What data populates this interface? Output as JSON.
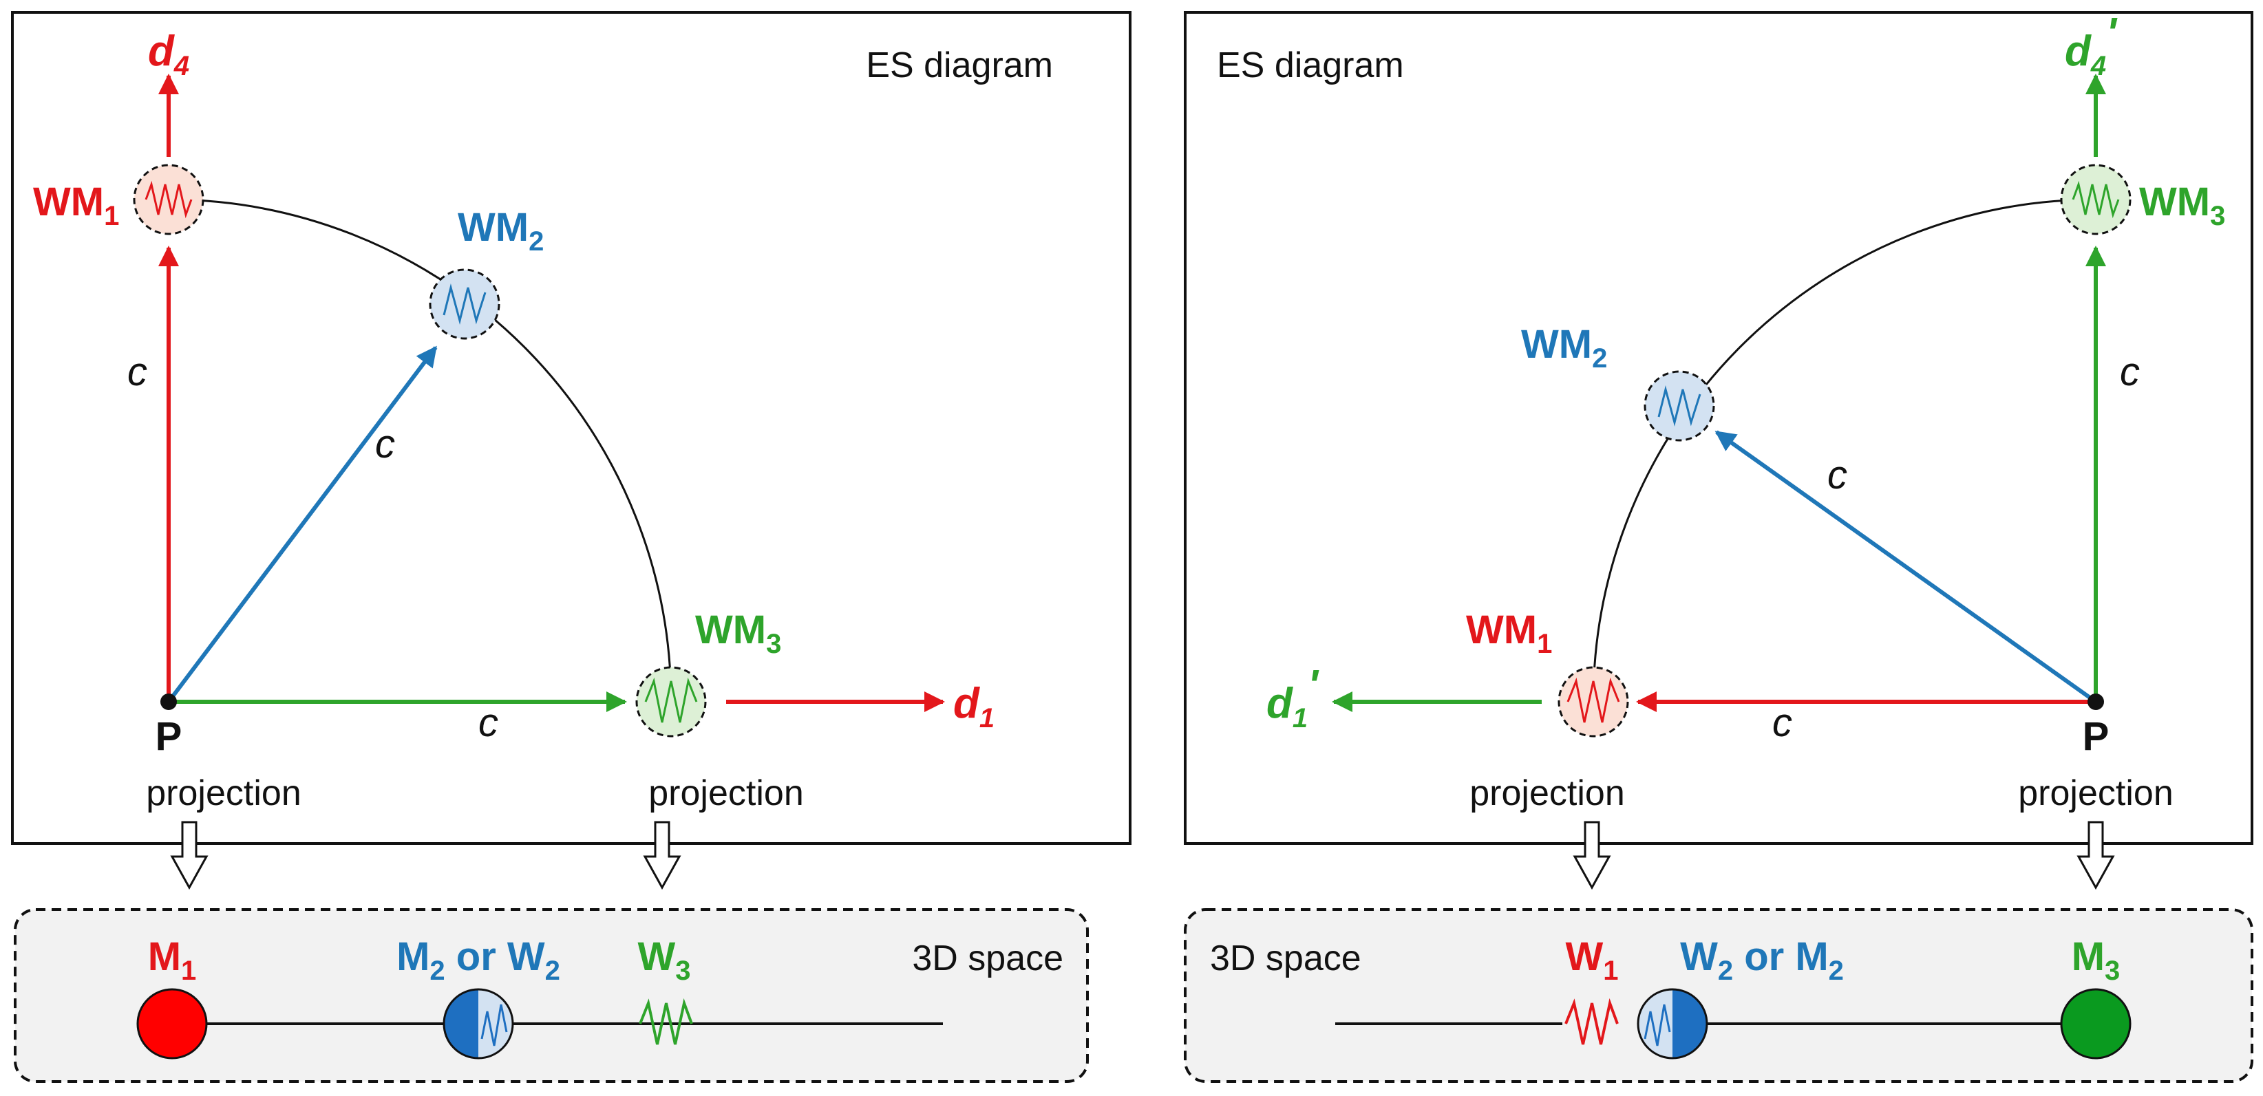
{
  "colors": {
    "red": "#e3171b",
    "blue": "#1f77b8",
    "green": "#2ea42b",
    "black": "#111111",
    "panel_gray": "#f2f2f2",
    "red_fill": "#fbe0d6",
    "blue_fill": "#d3e2f2",
    "green_fill": "#ddf0d6",
    "solid_red": "#ff0000",
    "solid_green": "#0a9a1f",
    "solid_blue": "#1e6fc1"
  },
  "left": {
    "title": "ES diagram",
    "point": "P",
    "axis_top": {
      "base": "d",
      "sub": "4"
    },
    "axis_right": {
      "base": "d",
      "sub": "1"
    },
    "wm1": {
      "base": "WM",
      "sub": "1"
    },
    "wm2": {
      "base": "WM",
      "sub": "2"
    },
    "wm3": {
      "base": "WM",
      "sub": "3"
    },
    "c_vertical": "c",
    "c_diagonal": "c",
    "c_horizontal": "c",
    "projection_left": "projection",
    "projection_right": "projection",
    "space_label": "3D space",
    "m1": {
      "base": "M",
      "sub": "1"
    },
    "m2w2": {
      "base1": "M",
      "sub1": "2",
      "mid": " or ",
      "base2": "W",
      "sub2": "2"
    },
    "w3": {
      "base": "W",
      "sub": "3"
    }
  },
  "right": {
    "title": "ES diagram",
    "point": "P",
    "axis_top": {
      "base": "d",
      "sub": "4",
      "prime": "'"
    },
    "axis_left": {
      "base": "d",
      "sub": "1",
      "prime": "'"
    },
    "wm1": {
      "base": "WM",
      "sub": "1"
    },
    "wm2": {
      "base": "WM",
      "sub": "2"
    },
    "wm3": {
      "base": "WM",
      "sub": "3"
    },
    "c_vertical": "c",
    "c_diagonal": "c",
    "c_horizontal": "c",
    "projection_left": "projection",
    "projection_right": "projection",
    "space_label": "3D space",
    "w1": {
      "base": "W",
      "sub": "1"
    },
    "w2m2": {
      "base1": "W",
      "sub1": "2",
      "mid": " or ",
      "base2": "M",
      "sub2": "2"
    },
    "m3": {
      "base": "M",
      "sub": "3"
    }
  }
}
